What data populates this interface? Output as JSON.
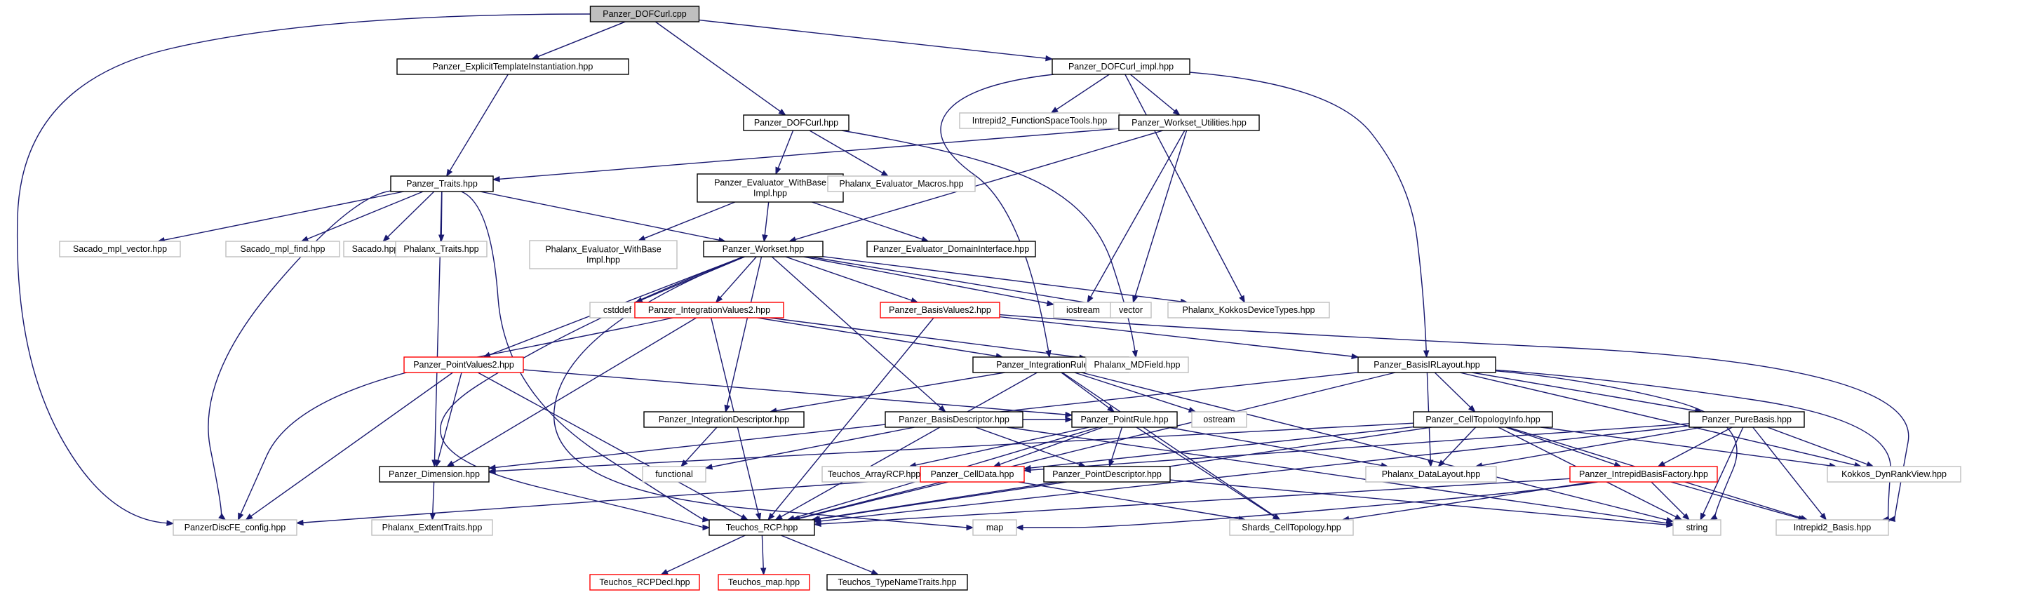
{
  "colors": {
    "edge": "#191970",
    "normal_border": "#000000",
    "external_border": "#bfbfbf",
    "truncated_border": "#ff0000",
    "root_fill": "#bfbfbf",
    "node_fill": "#ffffff"
  },
  "nodes": [
    {
      "id": "root",
      "kind": "root",
      "lines": [
        "Panzer_DOFCurl.cpp"
      ]
    },
    {
      "id": "eti",
      "kind": "normal",
      "lines": [
        "Panzer_ExplicitTemplateInstantiation.hpp"
      ]
    },
    {
      "id": "dofimpl",
      "kind": "normal",
      "lines": [
        "Panzer_DOFCurl_impl.hpp"
      ]
    },
    {
      "id": "dof",
      "kind": "normal",
      "lines": [
        "Panzer_DOFCurl.hpp"
      ]
    },
    {
      "id": "intrfs",
      "kind": "external",
      "lines": [
        "Intrepid2_FunctionSpaceTools.hpp"
      ]
    },
    {
      "id": "wsutil",
      "kind": "normal",
      "lines": [
        "Panzer_Workset_Utilities.hpp"
      ]
    },
    {
      "id": "traits",
      "kind": "normal",
      "lines": [
        "Panzer_Traits.hpp"
      ]
    },
    {
      "id": "evalwb",
      "kind": "normal",
      "lines": [
        "Panzer_Evaluator_WithBase",
        "Impl.hpp"
      ]
    },
    {
      "id": "evmacros",
      "kind": "external",
      "lines": [
        "Phalanx_Evaluator_Macros.hpp"
      ]
    },
    {
      "id": "smplv",
      "kind": "external",
      "lines": [
        "Sacado_mpl_vector.hpp"
      ]
    },
    {
      "id": "smplf",
      "kind": "external",
      "lines": [
        "Sacado_mpl_find.hpp"
      ]
    },
    {
      "id": "sacado",
      "kind": "external",
      "lines": [
        "Sacado.hpp"
      ]
    },
    {
      "id": "phtraits",
      "kind": "external",
      "lines": [
        "Phalanx_Traits.hpp"
      ]
    },
    {
      "id": "phevwb",
      "kind": "external",
      "lines": [
        "Phalanx_Evaluator_WithBase",
        "Impl.hpp"
      ]
    },
    {
      "id": "workset",
      "kind": "normal",
      "lines": [
        "Panzer_Workset.hpp"
      ]
    },
    {
      "id": "evdi",
      "kind": "normal",
      "lines": [
        "Panzer_Evaluator_DomainInterface.hpp"
      ]
    },
    {
      "id": "cstddef",
      "kind": "external",
      "lines": [
        "cstddef"
      ]
    },
    {
      "id": "iv2",
      "kind": "truncated",
      "lines": [
        "Panzer_IntegrationValues2.hpp"
      ]
    },
    {
      "id": "bv2",
      "kind": "truncated",
      "lines": [
        "Panzer_BasisValues2.hpp"
      ]
    },
    {
      "id": "iostream",
      "kind": "external",
      "lines": [
        "iostream"
      ]
    },
    {
      "id": "vector",
      "kind": "external",
      "lines": [
        "vector"
      ]
    },
    {
      "id": "kdt",
      "kind": "external",
      "lines": [
        "Phalanx_KokkosDeviceTypes.hpp"
      ]
    },
    {
      "id": "pv2",
      "kind": "truncated",
      "lines": [
        "Panzer_PointValues2.hpp"
      ]
    },
    {
      "id": "irule",
      "kind": "normal",
      "lines": [
        "Panzer_IntegrationRule.hpp"
      ]
    },
    {
      "id": "mdf",
      "kind": "external",
      "lines": [
        "Phalanx_MDField.hpp"
      ]
    },
    {
      "id": "birl",
      "kind": "normal",
      "lines": [
        "Panzer_BasisIRLayout.hpp"
      ]
    },
    {
      "id": "idesc",
      "kind": "normal",
      "lines": [
        "Panzer_IntegrationDescriptor.hpp"
      ]
    },
    {
      "id": "bdesc",
      "kind": "normal",
      "lines": [
        "Panzer_BasisDescriptor.hpp"
      ]
    },
    {
      "id": "prule",
      "kind": "normal",
      "lines": [
        "Panzer_PointRule.hpp"
      ]
    },
    {
      "id": "ostream",
      "kind": "external",
      "lines": [
        "ostream"
      ]
    },
    {
      "id": "cti",
      "kind": "normal",
      "lines": [
        "Panzer_CellTopologyInfo.hpp"
      ]
    },
    {
      "id": "pbasis",
      "kind": "normal",
      "lines": [
        "Panzer_PureBasis.hpp"
      ]
    },
    {
      "id": "dim",
      "kind": "normal",
      "lines": [
        "Panzer_Dimension.hpp"
      ]
    },
    {
      "id": "functional",
      "kind": "external",
      "lines": [
        "functional"
      ]
    },
    {
      "id": "arcp",
      "kind": "external",
      "lines": [
        "Teuchos_ArrayRCP.hpp"
      ]
    },
    {
      "id": "celldata",
      "kind": "truncated",
      "lines": [
        "Panzer_CellData.hpp"
      ]
    },
    {
      "id": "pdesc",
      "kind": "normal",
      "lines": [
        "Panzer_PointDescriptor.hpp"
      ]
    },
    {
      "id": "pdl",
      "kind": "external",
      "lines": [
        "Phalanx_DataLayout.hpp"
      ]
    },
    {
      "id": "ibf",
      "kind": "truncated",
      "lines": [
        "Panzer_IntrepidBasisFactory.hpp"
      ]
    },
    {
      "id": "kdrv",
      "kind": "external",
      "lines": [
        "Kokkos_DynRankView.hpp"
      ]
    },
    {
      "id": "pdfe",
      "kind": "external",
      "lines": [
        "PanzerDiscFE_config.hpp"
      ]
    },
    {
      "id": "pet",
      "kind": "external",
      "lines": [
        "Phalanx_ExtentTraits.hpp"
      ]
    },
    {
      "id": "rcp",
      "kind": "normal",
      "lines": [
        "Teuchos_RCP.hpp"
      ]
    },
    {
      "id": "map",
      "kind": "external",
      "lines": [
        "map"
      ]
    },
    {
      "id": "shards",
      "kind": "external",
      "lines": [
        "Shards_CellTopology.hpp"
      ]
    },
    {
      "id": "string",
      "kind": "external",
      "lines": [
        "string"
      ]
    },
    {
      "id": "i2basis",
      "kind": "external",
      "lines": [
        "Intrepid2_Basis.hpp"
      ]
    },
    {
      "id": "rcpdecl",
      "kind": "truncated",
      "lines": [
        "Teuchos_RCPDecl.hpp"
      ]
    },
    {
      "id": "tmap",
      "kind": "truncated",
      "lines": [
        "Teuchos_map.hpp"
      ]
    },
    {
      "id": "tnt",
      "kind": "normal",
      "lines": [
        "Teuchos_TypeNameTraits.hpp"
      ]
    }
  ],
  "edges": [
    [
      "root",
      "eti"
    ],
    [
      "root",
      "dofimpl"
    ],
    [
      "root",
      "dof"
    ],
    [
      "root",
      "pdfe"
    ],
    [
      "eti",
      "traits"
    ],
    [
      "dofimpl",
      "intrfs"
    ],
    [
      "dofimpl",
      "wsutil"
    ],
    [
      "dofimpl",
      "irule"
    ],
    [
      "dofimpl",
      "birl"
    ],
    [
      "dofimpl",
      "kdt"
    ],
    [
      "dof",
      "evalwb"
    ],
    [
      "dof",
      "evmacros"
    ],
    [
      "dof",
      "mdf"
    ],
    [
      "wsutil",
      "traits"
    ],
    [
      "wsutil",
      "workset"
    ],
    [
      "wsutil",
      "iostream"
    ],
    [
      "wsutil",
      "vector"
    ],
    [
      "traits",
      "smplv"
    ],
    [
      "traits",
      "smplf"
    ],
    [
      "traits",
      "sacado"
    ],
    [
      "traits",
      "phtraits"
    ],
    [
      "traits",
      "workset"
    ],
    [
      "traits",
      "pdfe"
    ],
    [
      "traits",
      "dim"
    ],
    [
      "traits",
      "rcp"
    ],
    [
      "evalwb",
      "phevwb"
    ],
    [
      "evalwb",
      "workset"
    ],
    [
      "evalwb",
      "evdi"
    ],
    [
      "workset",
      "cstddef"
    ],
    [
      "workset",
      "iv2"
    ],
    [
      "workset",
      "bv2"
    ],
    [
      "workset",
      "iostream"
    ],
    [
      "workset",
      "vector"
    ],
    [
      "workset",
      "kdt"
    ],
    [
      "workset",
      "pv2"
    ],
    [
      "workset",
      "idesc"
    ],
    [
      "workset",
      "bdesc"
    ],
    [
      "workset",
      "map"
    ],
    [
      "workset",
      "rcp"
    ],
    [
      "iv2",
      "irule"
    ],
    [
      "iv2",
      "mdf"
    ],
    [
      "iv2",
      "dim"
    ],
    [
      "iv2",
      "pdfe"
    ],
    [
      "iv2",
      "rcp"
    ],
    [
      "bv2",
      "birl"
    ],
    [
      "bv2",
      "rcp"
    ],
    [
      "bv2",
      "i2basis"
    ],
    [
      "pv2",
      "prule"
    ],
    [
      "pv2",
      "dim"
    ],
    [
      "pv2",
      "pdfe"
    ],
    [
      "pv2",
      "rcp"
    ],
    [
      "irule",
      "idesc"
    ],
    [
      "irule",
      "prule"
    ],
    [
      "irule",
      "ostream"
    ],
    [
      "irule",
      "rcp"
    ],
    [
      "irule",
      "shards"
    ],
    [
      "irule",
      "string"
    ],
    [
      "birl",
      "cti"
    ],
    [
      "birl",
      "pbasis"
    ],
    [
      "birl",
      "pdl"
    ],
    [
      "birl",
      "kdrv"
    ],
    [
      "birl",
      "i2basis"
    ],
    [
      "birl",
      "dim"
    ],
    [
      "birl",
      "rcp"
    ],
    [
      "birl",
      "string"
    ],
    [
      "idesc",
      "functional"
    ],
    [
      "bdesc",
      "prule"
    ],
    [
      "bdesc",
      "pdesc"
    ],
    [
      "bdesc",
      "functional"
    ],
    [
      "bdesc",
      "string"
    ],
    [
      "prule",
      "pdesc"
    ],
    [
      "prule",
      "celldata"
    ],
    [
      "prule",
      "arcp"
    ],
    [
      "prule",
      "pdl"
    ],
    [
      "prule",
      "shards"
    ],
    [
      "prule",
      "rcp"
    ],
    [
      "cti",
      "celldata"
    ],
    [
      "cti",
      "pdl"
    ],
    [
      "cti",
      "ibf"
    ],
    [
      "cti",
      "kdrv"
    ],
    [
      "cti",
      "rcp"
    ],
    [
      "cti",
      "string"
    ],
    [
      "cti",
      "dim"
    ],
    [
      "cti",
      "i2basis"
    ],
    [
      "pbasis",
      "ibf"
    ],
    [
      "pbasis",
      "kdrv"
    ],
    [
      "pbasis",
      "pdl"
    ],
    [
      "pbasis",
      "i2basis"
    ],
    [
      "pbasis",
      "rcp"
    ],
    [
      "pbasis",
      "string"
    ],
    [
      "pbasis",
      "celldata"
    ],
    [
      "celldata",
      "rcp"
    ],
    [
      "celldata",
      "shards"
    ],
    [
      "celldata",
      "pdfe"
    ],
    [
      "pdesc",
      "rcp"
    ],
    [
      "pdesc",
      "string"
    ],
    [
      "ibf",
      "rcp"
    ],
    [
      "ibf",
      "string"
    ],
    [
      "ibf",
      "i2basis"
    ],
    [
      "ibf",
      "map"
    ],
    [
      "ibf",
      "shards"
    ],
    [
      "dim",
      "pet"
    ],
    [
      "rcp",
      "rcpdecl"
    ],
    [
      "rcp",
      "tmap"
    ],
    [
      "rcp",
      "tnt"
    ]
  ]
}
